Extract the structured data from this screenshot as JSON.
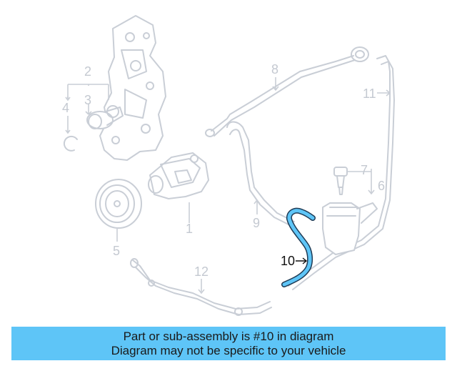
{
  "callouts": {
    "c1": "1",
    "c2": "2",
    "c3": "3",
    "c4": "4",
    "c5": "5",
    "c6": "6",
    "c7": "7",
    "c8": "8",
    "c9": "9",
    "c10": "10",
    "c11": "11",
    "c12": "12"
  },
  "highlight": {
    "part_number": "10",
    "color": "#5ec5f7"
  },
  "banner": {
    "line1": "Part or sub-assembly is #10 in diagram",
    "line2": "Diagram may not be specific to your vehicle",
    "background": "#5ec5f7"
  }
}
